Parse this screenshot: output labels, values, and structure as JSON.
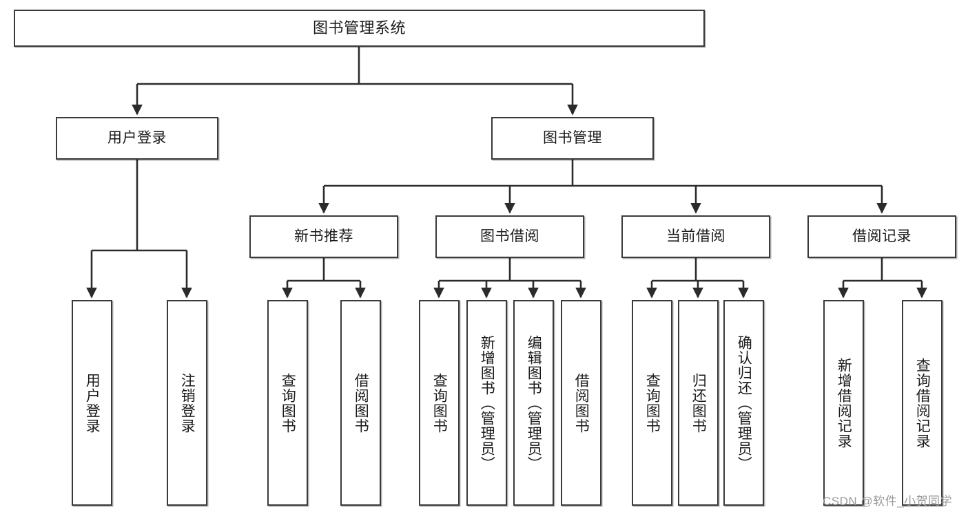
{
  "diagram": {
    "title": "图书管理系统",
    "type": "hierarchy-tree",
    "levels": 4,
    "root": {
      "id": "root",
      "label": "图书管理系统",
      "orientation": "horizontal"
    },
    "level2": [
      {
        "id": "user-login",
        "label": "用户登录",
        "orientation": "horizontal"
      },
      {
        "id": "book-management",
        "label": "图书管理",
        "orientation": "horizontal"
      }
    ],
    "level3": [
      {
        "id": "new-book-recommend",
        "label": "新书推荐",
        "orientation": "horizontal",
        "parent": "book-management"
      },
      {
        "id": "book-borrow",
        "label": "图书借阅",
        "orientation": "horizontal",
        "parent": "book-management"
      },
      {
        "id": "current-borrow",
        "label": "当前借阅",
        "orientation": "horizontal",
        "parent": "book-management"
      },
      {
        "id": "borrow-record",
        "label": "借阅记录",
        "orientation": "horizontal",
        "parent": "book-management"
      }
    ],
    "leaves": [
      {
        "id": "leaf-user-login",
        "label": "用户登录",
        "orientation": "vertical",
        "parent": "user-login"
      },
      {
        "id": "leaf-user-logout",
        "label": "注销登录",
        "orientation": "vertical",
        "parent": "user-login"
      },
      {
        "id": "leaf-query-book-1",
        "label": "查询图书",
        "orientation": "vertical",
        "parent": "new-book-recommend"
      },
      {
        "id": "leaf-borrow-book-1",
        "label": "借阅图书",
        "orientation": "vertical",
        "parent": "new-book-recommend"
      },
      {
        "id": "leaf-query-book-2",
        "label": "查询图书",
        "orientation": "vertical",
        "parent": "book-borrow"
      },
      {
        "id": "leaf-add-book",
        "label": "新增图书（管理员）",
        "orientation": "vertical",
        "parent": "book-borrow"
      },
      {
        "id": "leaf-edit-book",
        "label": "编辑图书（管理员）",
        "orientation": "vertical",
        "parent": "book-borrow"
      },
      {
        "id": "leaf-borrow-book-2",
        "label": "借阅图书",
        "orientation": "vertical",
        "parent": "book-borrow"
      },
      {
        "id": "leaf-query-book-3",
        "label": "查询图书",
        "orientation": "vertical",
        "parent": "current-borrow"
      },
      {
        "id": "leaf-return-book",
        "label": "归还图书",
        "orientation": "vertical",
        "parent": "current-borrow"
      },
      {
        "id": "leaf-confirm-return",
        "label": "确认归还（管理员）",
        "orientation": "vertical",
        "parent": "current-borrow"
      },
      {
        "id": "leaf-add-record",
        "label": "新增借阅记录",
        "orientation": "vertical",
        "parent": "borrow-record"
      },
      {
        "id": "leaf-query-record",
        "label": "查询借阅记录",
        "orientation": "vertical",
        "parent": "borrow-record"
      }
    ]
  },
  "watermark": {
    "text": "CSDN @软件_小贺同学"
  },
  "colors": {
    "border": "#3a3a3a",
    "background": "#ffffff",
    "text": "#1b1b1b",
    "edge": "#2b2b2b",
    "watermark": "#9a9a9a"
  }
}
